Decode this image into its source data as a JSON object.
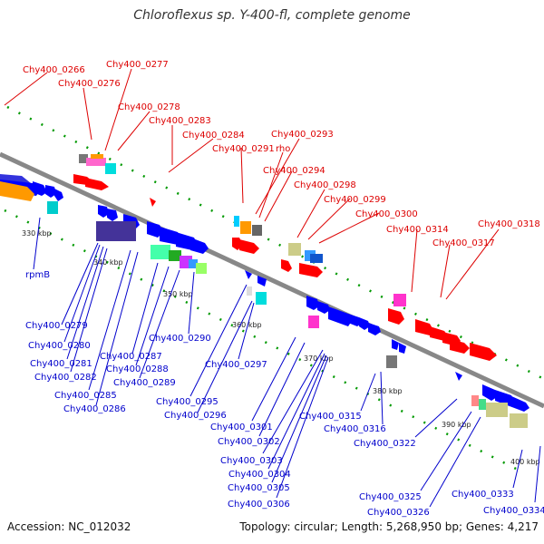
{
  "title": "Chloroflexus sp. Y-400-fl, complete genome",
  "accession": "Accession: NC_012032",
  "summary": "Topology: circular; Length: 5,268,950 bp; Genes: 4,217",
  "scale_ticks": [
    "330 kbp",
    "340 kbp",
    "350 kbp",
    "360 kbp",
    "370 kbp",
    "380 kbp",
    "390 kbp",
    "400 kbp"
  ],
  "top_labels": [
    "Chy400_0266",
    "Chy400_0277",
    "Chy400_0276",
    "Chy400_0278",
    "Chy400_0283",
    "Chy400_0284",
    "Chy400_0291",
    "Chy400_0293",
    "rho",
    "Chy400_0294",
    "Chy400_0298",
    "Chy400_0299",
    "Chy400_0300",
    "Chy400_0314",
    "Chy400_0318",
    "Chy400_0317"
  ],
  "bottom_labels": [
    "rpmB",
    "Chy400_0279",
    "Chy400_0280",
    "Chy400_0281",
    "Chy400_0282",
    "Chy400_0285",
    "Chy400_0286",
    "Chy400_0287",
    "Chy400_0288",
    "Chy400_0289",
    "Chy400_0290",
    "Chy400_0295",
    "Chy400_0296",
    "Chy400_0297",
    "Chy400_0301",
    "Chy400_0302",
    "Chy400_0303",
    "Chy400_0304",
    "Chy400_0305",
    "Chy400_0306",
    "Chy400_0315",
    "Chy400_0316",
    "Chy400_0322",
    "Chy400_0325",
    "Chy400_0326",
    "Chy400_0333",
    "Chy400_0334"
  ],
  "colors": {
    "forward": "#ff0000",
    "reverse": "#0000ff",
    "label_forward": "#dd0000",
    "label_reverse": "#0000cc",
    "backbone": "#888888",
    "tick": "#009900"
  }
}
